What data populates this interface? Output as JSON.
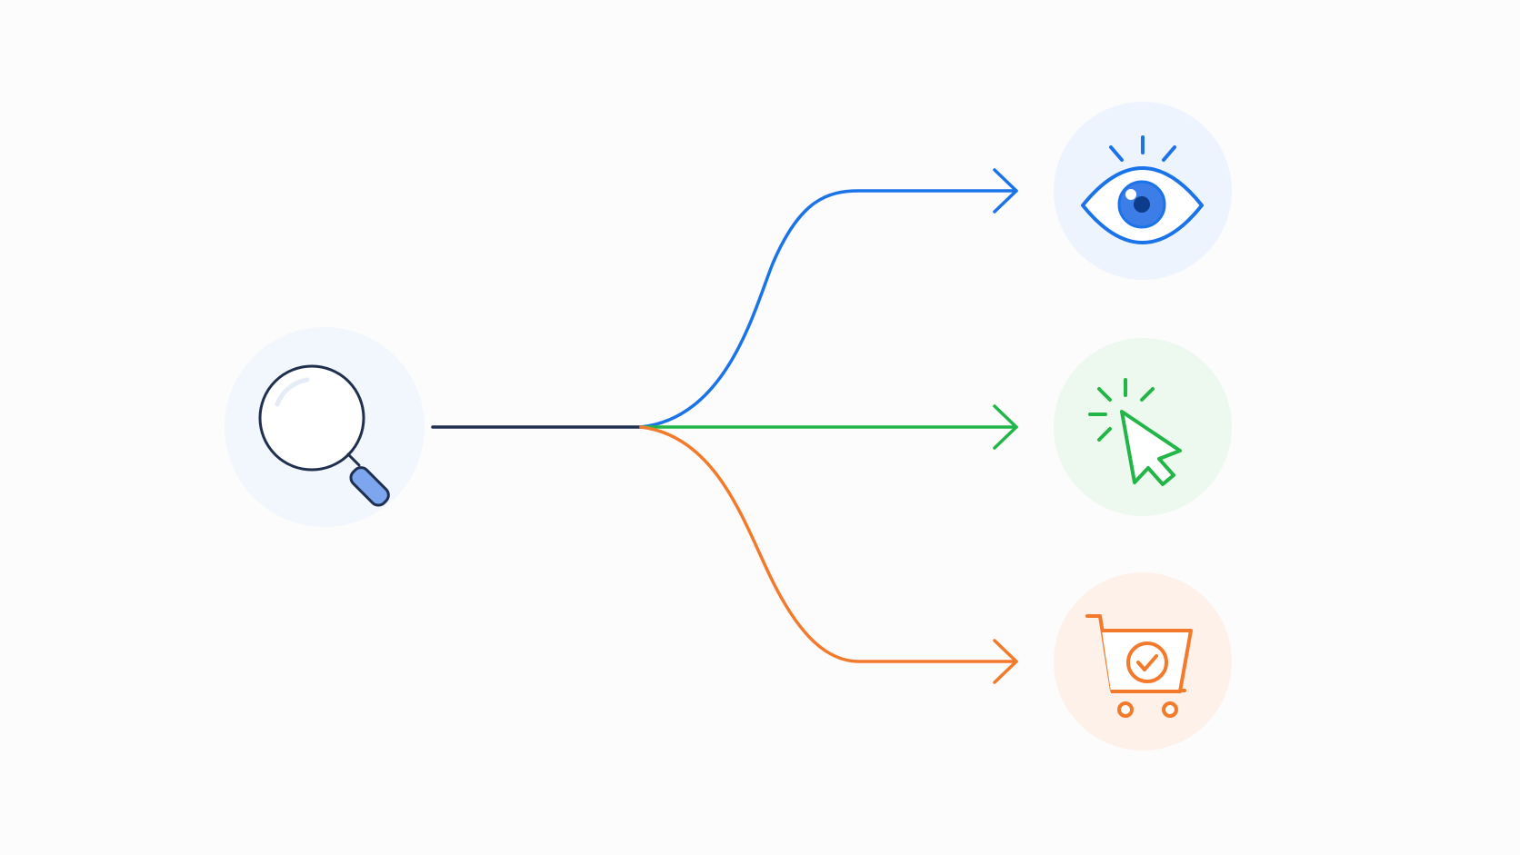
{
  "diagram": {
    "source": {
      "icon": "magnifying-glass-icon",
      "circle_color": "#f2f6fd",
      "stroke_color": "#1f2f4f",
      "handle_fill": "#7ea6ee"
    },
    "branches": [
      {
        "id": "view",
        "icon": "eye-icon",
        "color": "#1a73e8",
        "circle_color": "#eef4fd"
      },
      {
        "id": "click",
        "icon": "cursor-click-icon",
        "color": "#22b548",
        "circle_color": "#edf8ef"
      },
      {
        "id": "purchase",
        "icon": "shopping-cart-check-icon",
        "color": "#f47a2b",
        "circle_color": "#fdf1ea"
      }
    ]
  }
}
